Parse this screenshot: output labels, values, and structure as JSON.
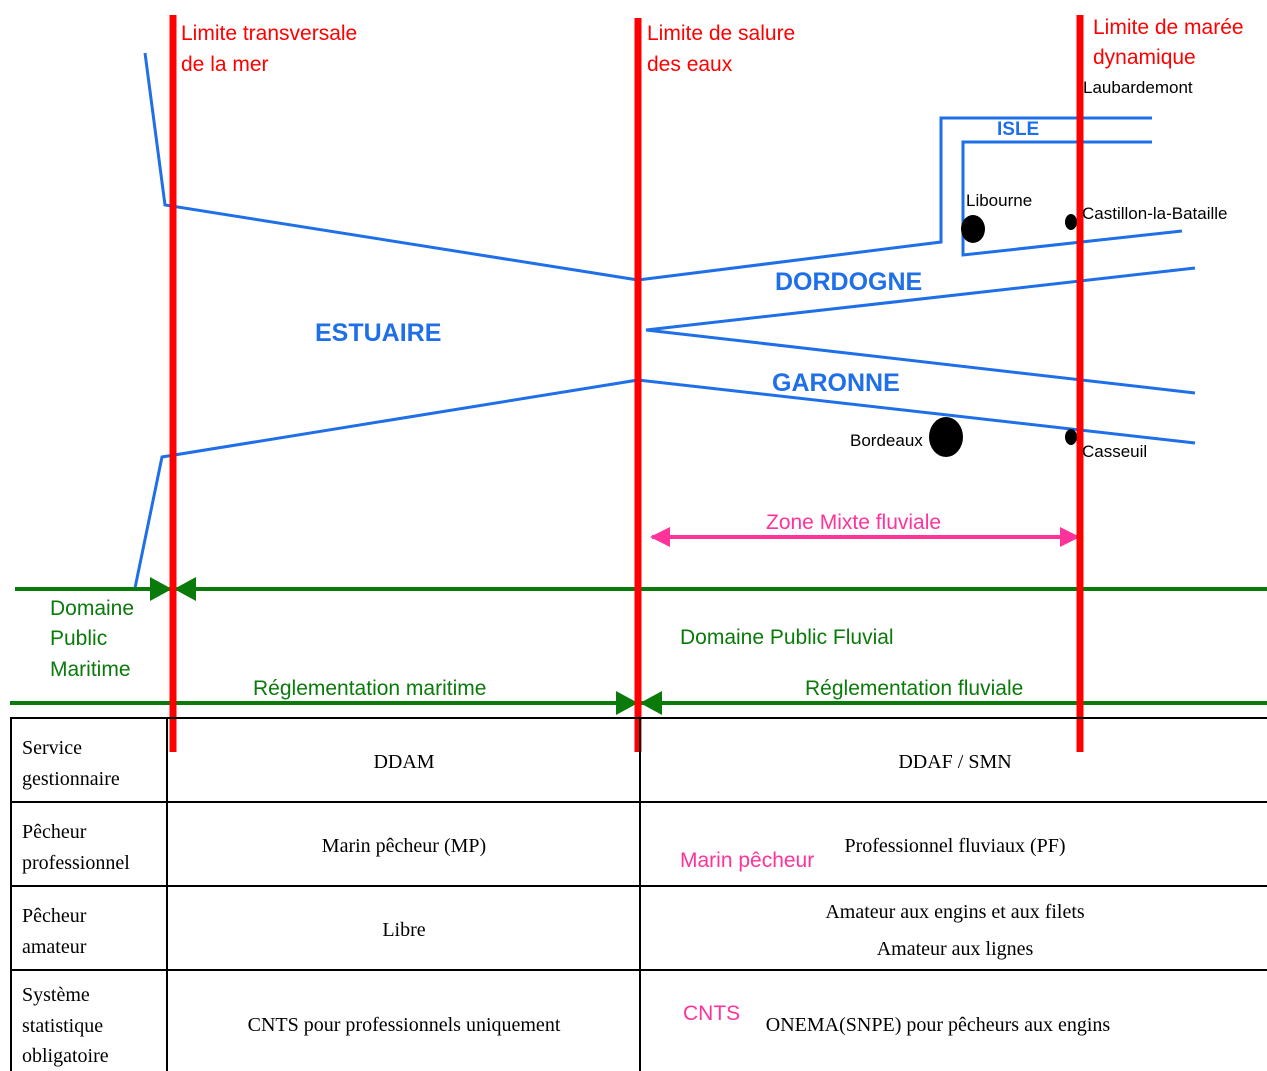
{
  "limits": {
    "sea": [
      "Limite transversale",
      "de la mer"
    ],
    "salinity": [
      "Limite de salure",
      "des eaux"
    ],
    "tide": [
      "Limite de marée",
      "dynamique"
    ]
  },
  "rivers": {
    "estuary": "ESTUAIRE",
    "dordogne": "DORDOGNE",
    "garonne": "GARONNE",
    "isle": "ISLE"
  },
  "places": {
    "laubardemont": "Laubardemont",
    "libourne": "Libourne",
    "castillon": "Castillon-la-Bataille",
    "bordeaux": "Bordeaux",
    "casseuil": "Casseuil"
  },
  "zones": {
    "mixed": "Zone Mixte fluviale",
    "maritime_domain": [
      "Domaine",
      "Public",
      "Maritime"
    ],
    "fluvial_domain": "Domaine Public Fluvial",
    "maritime_rules": "Réglementation maritime",
    "fluvial_rules": "Réglementation fluviale"
  },
  "table": {
    "rows": [
      {
        "header": [
          "Service",
          "gestionnaire"
        ],
        "maritime": [
          "DDAM"
        ],
        "fluvial": [
          "DDAF / SMN"
        ]
      },
      {
        "header": [
          "Pêcheur",
          "professionnel"
        ],
        "maritime": [
          "Marin pêcheur (MP)"
        ],
        "fluvial_note": "Marin pêcheur",
        "fluvial": [
          "Professionnel fluviaux (PF)"
        ]
      },
      {
        "header": [
          "Pêcheur",
          "amateur"
        ],
        "maritime": [
          "Libre"
        ],
        "fluvial": [
          "Amateur aux engins et aux filets",
          "Amateur aux lignes"
        ]
      },
      {
        "header": [
          "Système",
          "statistique",
          "obligatoire"
        ],
        "maritime": [
          "CNTS pour professionnels uniquement"
        ],
        "fluvial_note": "CNTS",
        "fluvial": [
          "ONEMA(SNPE) pour pêcheurs aux engins"
        ]
      }
    ]
  },
  "colors": {
    "limit": "#ff0000",
    "river": "#1f6fe8",
    "domain": "#0a7a0a",
    "mixed": "#ff3399",
    "table": "#000000"
  }
}
